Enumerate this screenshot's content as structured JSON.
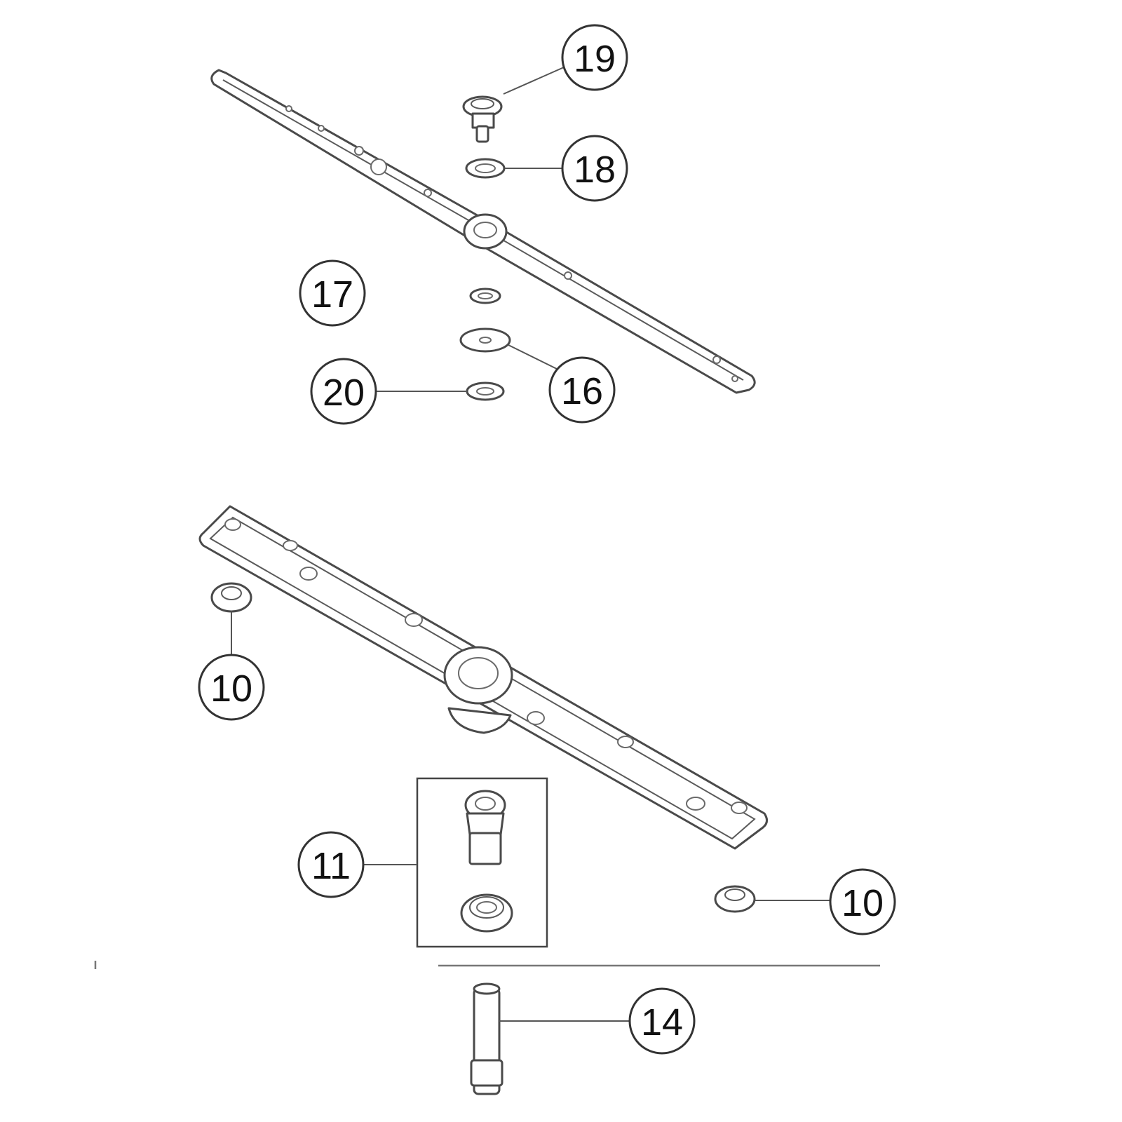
{
  "diagram": {
    "callouts": {
      "p19": "19",
      "p18": "18",
      "p17": "17",
      "p16": "16",
      "p20": "20",
      "p10_left": "10",
      "p10_right": "10",
      "p11": "11",
      "p14": "14"
    },
    "colors": {
      "line": "#4a4a4a",
      "background": "#ffffff"
    }
  }
}
